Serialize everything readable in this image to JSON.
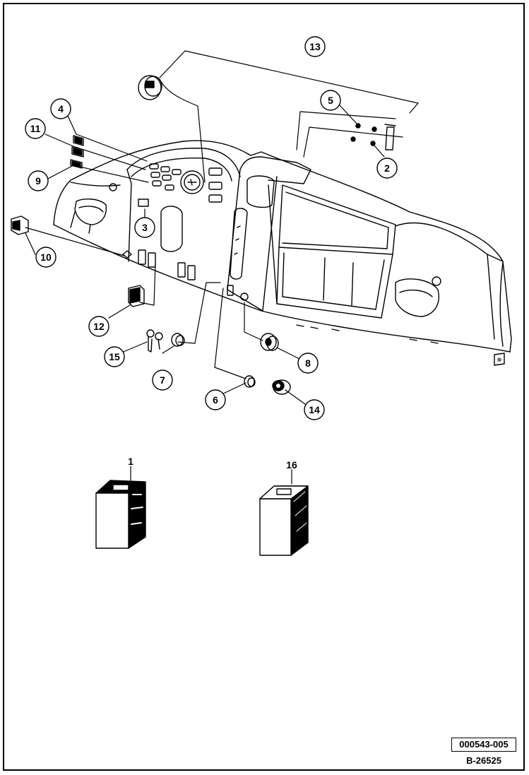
{
  "callouts": {
    "c1": "1",
    "c2": "2",
    "c3": "3",
    "c4": "4",
    "c5": "5",
    "c6": "6",
    "c7": "7",
    "c8": "8",
    "c9": "9",
    "c10": "10",
    "c11": "11",
    "c12": "12",
    "c13": "13",
    "c14": "14",
    "c15": "15",
    "c16": "16"
  },
  "footer": {
    "doc_number": "000543-005",
    "drawing_number": "B-26525"
  }
}
